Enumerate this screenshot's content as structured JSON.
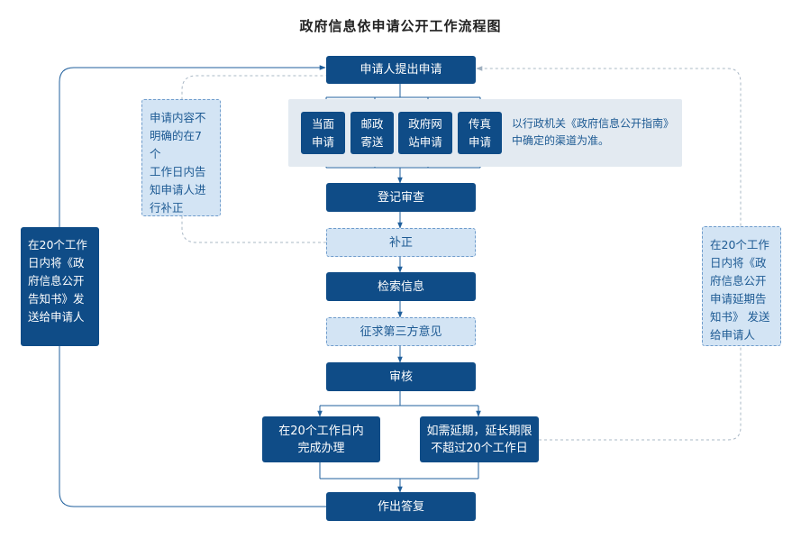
{
  "title": "政府信息依申请公开工作流程图",
  "colors": {
    "primary": "#0f4c87",
    "light": "#d3e4f4",
    "panel": "#e3eaf1",
    "line": "#1f5f9c",
    "dashed": "#aab8c6"
  },
  "steps": {
    "apply": "申请人提出申请",
    "register": "登记审查",
    "supplement": "补正",
    "search": "检索信息",
    "third_party": "征求第三方意见",
    "review": "审核",
    "complete": "在20个工作日内\n完成办理",
    "extend": "如需延期，延长期限\n不超过20个工作日",
    "reply": "作出答复"
  },
  "channels": [
    {
      "label": "当面\n申请"
    },
    {
      "label": "邮政\n寄送"
    },
    {
      "label": "政府网\n站申请"
    },
    {
      "label": "传真\n申请"
    }
  ],
  "channel_note": "以行政机关《政府信息公开指南》\n中确定的渠道为准。",
  "notes": {
    "supplement_note": "申请内容不\n明确的在7个\n工作日内告\n知申请人进\n行补正",
    "left_note": "在20个工作\n日内将《政\n府信息公开\n告知书》发\n送给申请人",
    "right_note": "在20个工作\n日内将《政\n府信息公开\n申请延期告\n知书》 发送\n给申请人"
  }
}
